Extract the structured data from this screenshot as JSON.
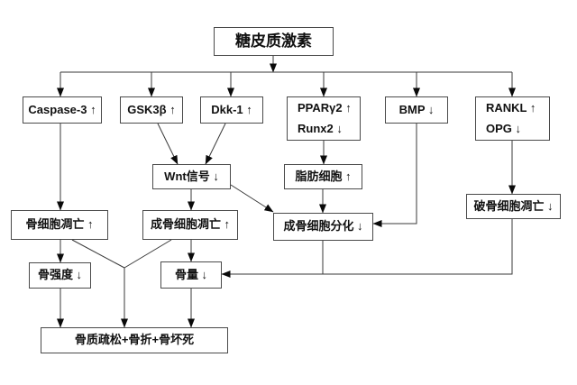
{
  "diagram": {
    "title": {
      "label": "糖皮质激素"
    },
    "nodes": {
      "caspase3": {
        "label": "Caspase-3 ↑"
      },
      "gsk3b": {
        "label": "GSK3β ↑"
      },
      "dkk1": {
        "label": "Dkk-1 ↑"
      },
      "ppar_runx2": {
        "label": "PPARγ2 ↑\nRunx2 ↓"
      },
      "bmp": {
        "label": "BMP ↓"
      },
      "rankl_opg": {
        "label": "RANKL ↑\nOPG ↓"
      },
      "wnt": {
        "label": "Wnt信号 ↓"
      },
      "adipocyte": {
        "label": "脂肪细胞 ↑"
      },
      "osteocyte_apoptosis": {
        "label": "骨细胞凋亡 ↑"
      },
      "osteoblast_apoptosis": {
        "label": "成骨细胞凋亡 ↑"
      },
      "osteoblast_differentiation": {
        "label": "成骨细胞分化 ↓"
      },
      "osteoclast_apoptosis": {
        "label": "破骨细胞凋亡 ↓"
      },
      "bone_strength": {
        "label": "骨强度 ↓"
      },
      "bone_mass": {
        "label": "骨量 ↓"
      },
      "outcome": {
        "label": "骨质疏松+骨折+骨坏死"
      }
    },
    "colors": {
      "background": "#ffffff",
      "box_border": "#4a4a4a",
      "line": "#3a3a3a",
      "arrowhead": "#0a0a0a",
      "text": "#111111"
    }
  }
}
